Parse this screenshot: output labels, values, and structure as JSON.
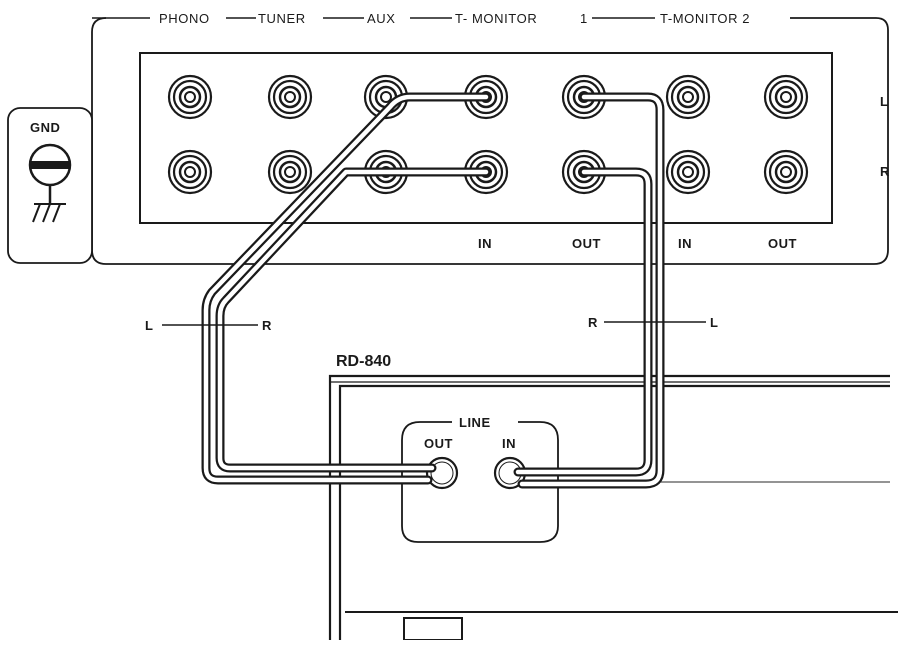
{
  "amplifier": {
    "headers": {
      "phono": "PHONO",
      "tuner": "TUNER",
      "aux": "AUX",
      "tmon1": "T- MONITOR",
      "tmon1_num": "1",
      "tmon2": "T-MONITOR 2"
    },
    "channels": {
      "left": "L",
      "right": "R"
    },
    "jack_labels": {
      "in1": "IN",
      "out1": "OUT",
      "in2": "IN",
      "out2": "OUT"
    }
  },
  "ground": {
    "label": "GND"
  },
  "cables": {
    "left_cable": {
      "l": "L",
      "r": "R"
    },
    "right_cable": {
      "r": "R",
      "l": "L"
    }
  },
  "deck": {
    "model": "RD-840",
    "line": {
      "title": "LINE",
      "out": "OUT",
      "in": "IN"
    }
  }
}
